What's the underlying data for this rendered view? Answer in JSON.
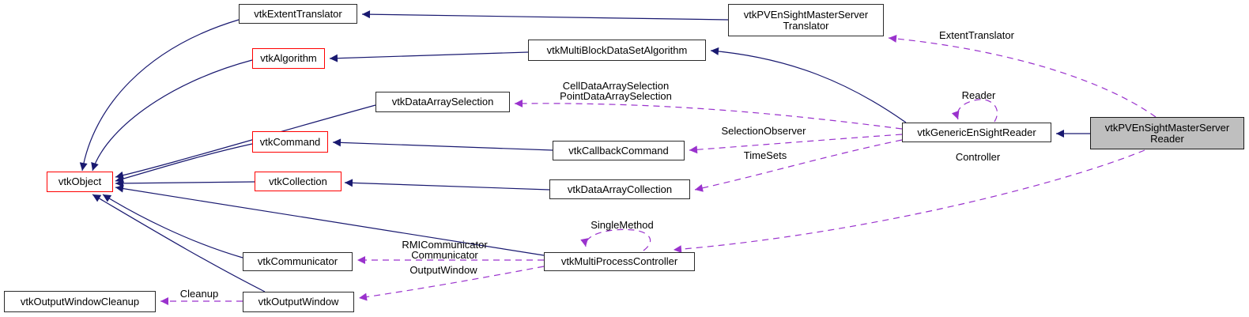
{
  "diagram": {
    "type": "class-collaboration-graph",
    "highlighted_node": "vtkPVEnSightMasterServerReader",
    "colors": {
      "inheritance_edge": "#191970",
      "usage_edge": "#9a32cd",
      "node_fill": "#ffffff",
      "node_border": "#2b2b2b",
      "truncated_node_border": "#ff0000",
      "selected_node_fill": "#bfbfbf",
      "text": "#000000",
      "background": "#ffffff"
    },
    "nodes": [
      {
        "id": "vtkExtentTranslator",
        "label": "vtkExtentTranslator",
        "style": "plain"
      },
      {
        "id": "vtkPVEnSightMasterServerTranslator",
        "label": "vtkPVEnSightMasterServer\nTranslator",
        "style": "plain"
      },
      {
        "id": "vtkAlgorithm",
        "label": "vtkAlgorithm",
        "style": "red"
      },
      {
        "id": "vtkMultiBlockDataSetAlgorithm",
        "label": "vtkMultiBlockDataSetAlgorithm",
        "style": "plain"
      },
      {
        "id": "vtkDataArraySelection",
        "label": "vtkDataArraySelection",
        "style": "plain"
      },
      {
        "id": "vtkCommand",
        "label": "vtkCommand",
        "style": "red"
      },
      {
        "id": "vtkCallbackCommand",
        "label": "vtkCallbackCommand",
        "style": "plain"
      },
      {
        "id": "vtkObject",
        "label": "vtkObject",
        "style": "red"
      },
      {
        "id": "vtkCollection",
        "label": "vtkCollection",
        "style": "red"
      },
      {
        "id": "vtkDataArrayCollection",
        "label": "vtkDataArrayCollection",
        "style": "plain"
      },
      {
        "id": "vtkGenericEnSightReader",
        "label": "vtkGenericEnSightReader",
        "style": "plain"
      },
      {
        "id": "vtkPVEnSightMasterServerReader",
        "label": "vtkPVEnSightMasterServer\nReader",
        "style": "selected"
      },
      {
        "id": "vtkCommunicator",
        "label": "vtkCommunicator",
        "style": "plain"
      },
      {
        "id": "vtkMultiProcessController",
        "label": "vtkMultiProcessController",
        "style": "plain"
      },
      {
        "id": "vtkOutputWindowCleanup",
        "label": "vtkOutputWindowCleanup",
        "style": "plain"
      },
      {
        "id": "vtkOutputWindow",
        "label": "vtkOutputWindow",
        "style": "plain"
      }
    ],
    "edge_labels": [
      {
        "text": "ExtentTranslator"
      },
      {
        "text": "Reader"
      },
      {
        "text": "CellDataArraySelection\nPointDataArraySelection"
      },
      {
        "text": "SelectionObserver"
      },
      {
        "text": "TimeSets"
      },
      {
        "text": "Controller"
      },
      {
        "text": "SingleMethod"
      },
      {
        "text": "RMICommunicator\nCommunicator"
      },
      {
        "text": "OutputWindow"
      },
      {
        "text": "Cleanup"
      }
    ]
  }
}
